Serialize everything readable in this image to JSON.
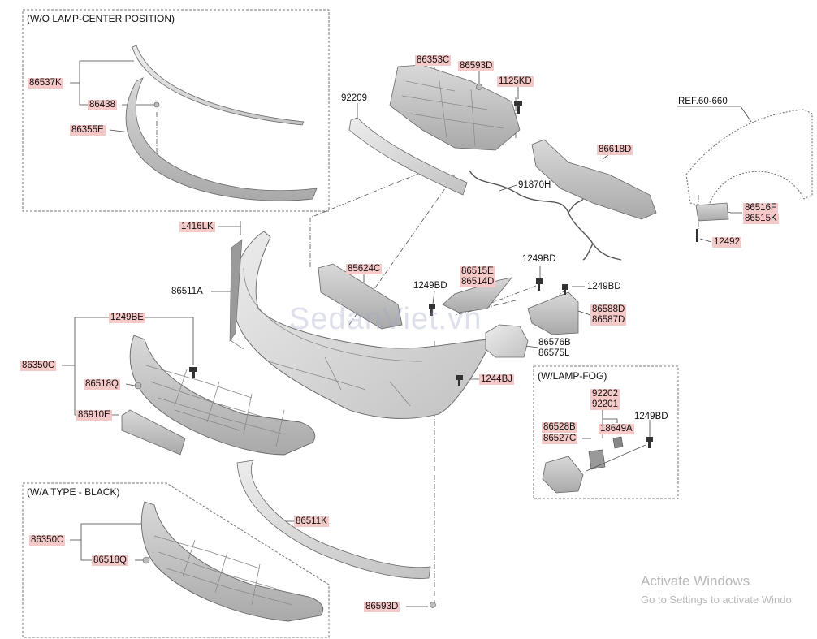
{
  "sections": {
    "lamp_center": "(W/O LAMP-CENTER POSITION)",
    "wa_type": "(W/A TYPE - BLACK)",
    "lamp_fog": "(W/LAMP-FOG)"
  },
  "labels": {
    "p86537K": "86537K",
    "p86438": "86438",
    "p86355E": "86355E",
    "p86353C": "86353C",
    "p86593D_top": "86593D",
    "p1125KD": "1125KD",
    "p92209": "92209",
    "pREF": "REF.60-660",
    "p86618D": "86618D",
    "p91870H": "91870H",
    "p86516F": "86516F",
    "p86515K": "86515K",
    "p12492": "12492",
    "p1416LK": "1416LK",
    "p86511A": "86511A",
    "p85624C": "85624C",
    "p86515E": "86515E",
    "p86514D": "86514D",
    "p1249BD_a": "1249BD",
    "p1249BD_b": "1249BD",
    "p1249BD_c": "1249BD",
    "p1249BD_d": "1249BD",
    "p86588D": "86588D",
    "p86587D": "86587D",
    "p86576B": "86576B",
    "p86575L": "86575L",
    "p1249BE": "1249BE",
    "p86350C_a": "86350C",
    "p86518Q_a": "86518Q",
    "p86910E": "86910E",
    "p1244BJ": "1244BJ",
    "p92202": "92202",
    "p92201": "92201",
    "p18649A": "18649A",
    "p86528B": "86528B",
    "p86527C": "86527C",
    "p86511K": "86511K",
    "p86350C_b": "86350C",
    "p86518Q_b": "86518Q",
    "p86593D_bottom": "86593D"
  },
  "watermark": {
    "logo": "SedanViet.vn",
    "line1": "Activate Windows",
    "line2": "Go to Settings to activate Windo"
  }
}
